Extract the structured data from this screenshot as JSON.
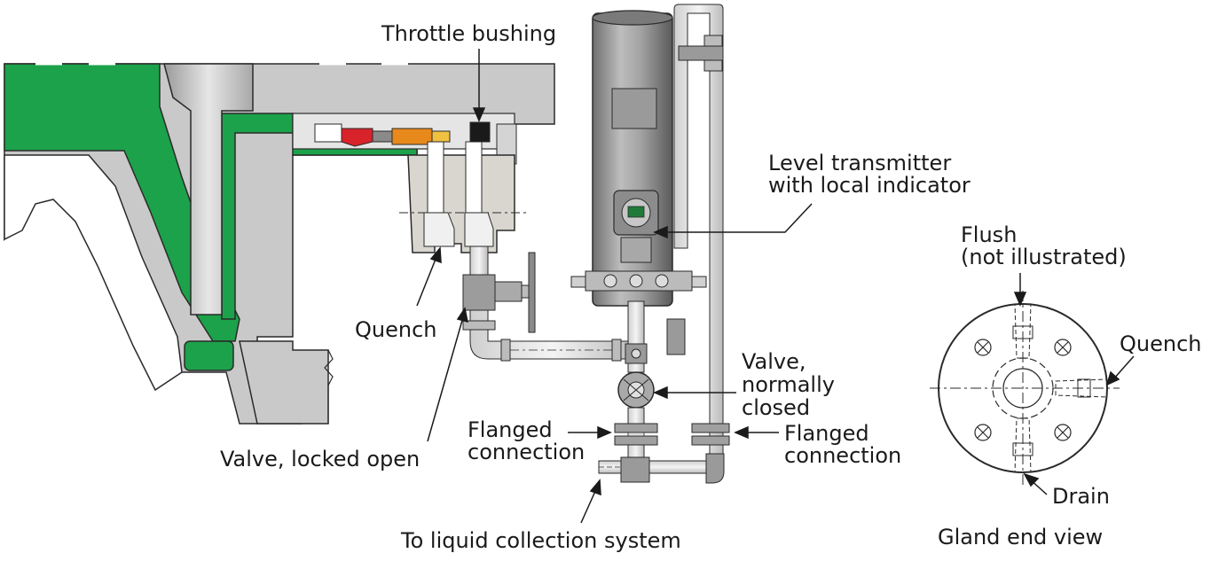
{
  "labels": {
    "throttle_bushing": "Throttle bushing",
    "level_transmitter": [
      "Level transmitter",
      "with local indicator"
    ],
    "quench_left": "Quench",
    "valve_locked_open": "Valve, locked open",
    "valve_normally_closed": [
      "Valve,",
      "normally",
      "closed"
    ],
    "flanged_connection_left": [
      "Flanged",
      "connection"
    ],
    "flanged_connection_right": [
      "Flanged",
      "connection"
    ],
    "to_liquid_collection": "To liquid collection system",
    "flush": [
      "Flush",
      "(not illustrated)"
    ],
    "quench_right": "Quench",
    "drain": "Drain",
    "gland_end_view": "Gland end view"
  },
  "colors": {
    "housing_gray": "#c9c9c9",
    "seal_green": "#1ca24a",
    "outline": "#2a2a2a",
    "pipe_gray": "#d8d8d8",
    "vessel_gray": "#9a9a9a",
    "seal_red": "#d8232a",
    "seal_orange": "#e8891c"
  }
}
